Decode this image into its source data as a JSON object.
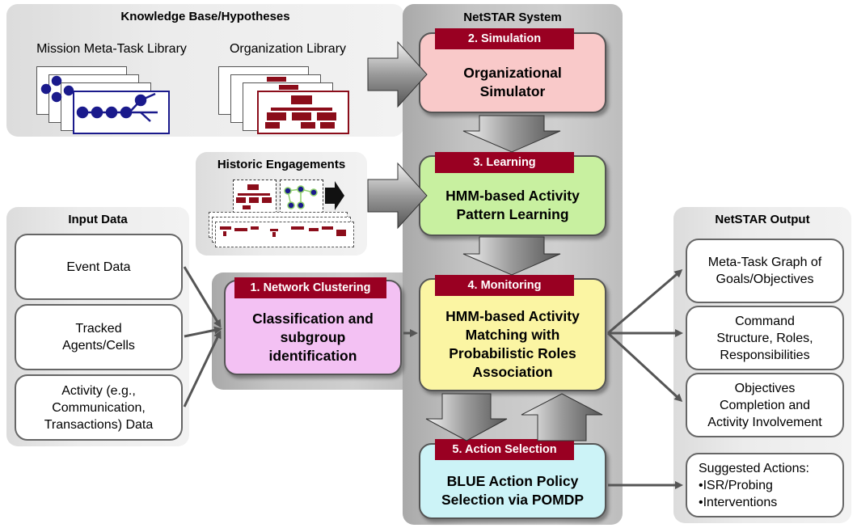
{
  "knowledge_base": {
    "title": "Knowledge Base/Hypotheses",
    "mission_label": "Mission Meta-Task Library",
    "org_label": "Organization Library"
  },
  "historic": {
    "title": "Historic Engagements"
  },
  "system": {
    "title": "NetSTAR System",
    "simulation": {
      "tag": "2. Simulation",
      "text": "Organizational\nSimulator"
    },
    "learning": {
      "tag": "3. Learning",
      "text": "HMM-based Activity\nPattern Learning"
    },
    "monitoring": {
      "tag": "4. Monitoring",
      "text": "HMM-based Activity\nMatching with\nProbabilistic Roles\nAssociation"
    },
    "action": {
      "tag": "5. Action Selection",
      "text": "BLUE Action Policy\nSelection via POMDP"
    }
  },
  "clustering": {
    "tag": "1. Network Clustering",
    "text": "Classification and\nsubgroup\nidentification"
  },
  "input": {
    "title": "Input Data",
    "items": [
      "Event Data",
      "Tracked\nAgents/Cells",
      "Activity (e.g.,\nCommunication,\nTransactions) Data"
    ]
  },
  "output": {
    "title": "NetSTAR Output",
    "items": [
      "Meta-Task Graph of\nGoals/Objectives",
      "Command\nStructure, Roles,\nResponsibilities",
      "Objectives\nCompletion and\nActivity Involvement"
    ],
    "suggested": [
      "Suggested Actions:",
      "•ISR/Probing",
      "•Interventions"
    ]
  },
  "colors": {
    "tag_red": "#990022",
    "simulation": "#f9c9c9",
    "learning": "#c8f0a0",
    "monitoring": "#fbf5a3",
    "clustering": "#f3c1f3",
    "action": "#ccf3f7",
    "icon_blue": "#1a1a8c",
    "icon_red": "#8b0d1a"
  }
}
